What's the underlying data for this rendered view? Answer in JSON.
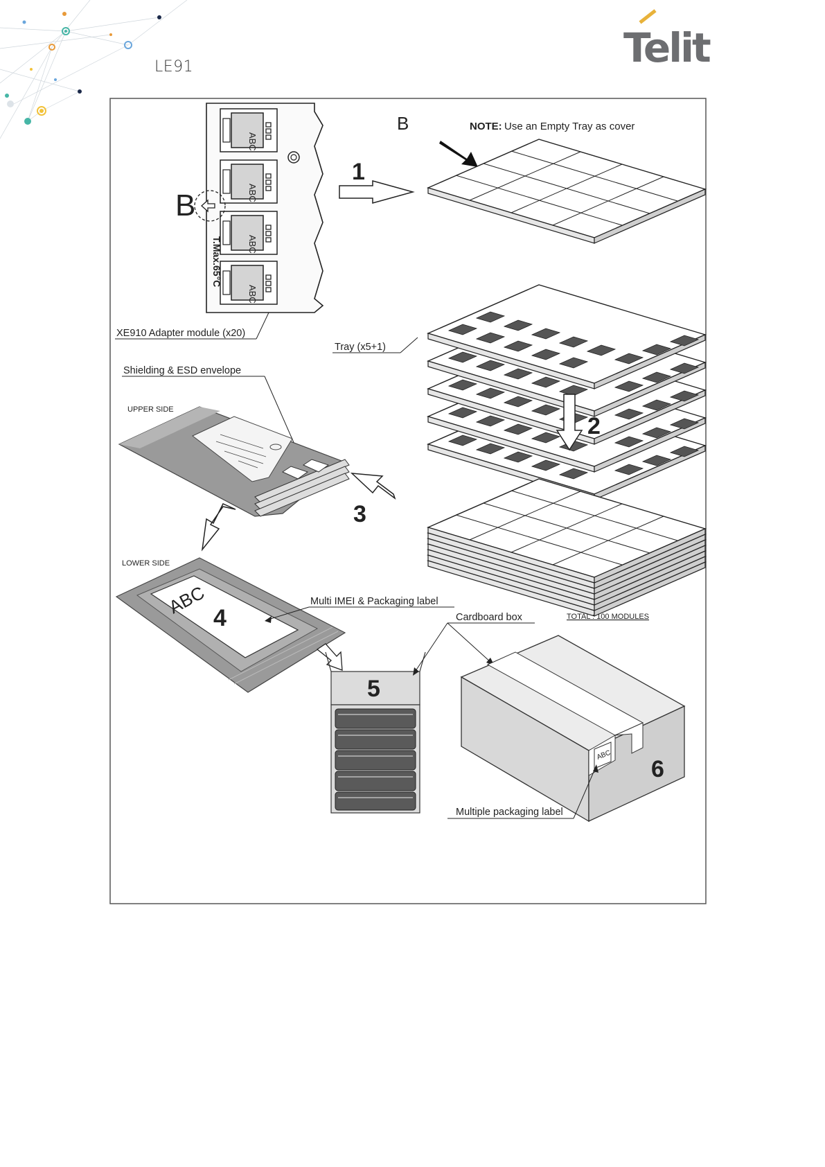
{
  "header": {
    "document_title": "LE91",
    "logo_text": "Telit",
    "logo_color": "#6d6e71",
    "logo_accent": "#e8b23a"
  },
  "figure": {
    "note_bold": "NOTE:",
    "note_text": "Use an Empty Tray as cover",
    "callout_b": "B",
    "module_label": "ABC",
    "tmax_label": "T.Max.65°C",
    "adapter_label": "XE910 Adapter module (x20)",
    "tray_label": "Tray  (x5+1)",
    "envelope_label": "Shielding & ESD envelope",
    "upper_side": "UPPER SIDE",
    "lower_side": "LOWER SIDE",
    "imei_label": "Multi IMEI & Packaging label",
    "cardboard_label": "Cardboard box",
    "total_label": "TOTAL : 100 MODULES",
    "multiple_label": "Multiple packaging label",
    "env_label_text": "ABC",
    "box_label_text": "ABC",
    "steps": [
      "1",
      "2",
      "3",
      "4",
      "5",
      "6"
    ]
  }
}
